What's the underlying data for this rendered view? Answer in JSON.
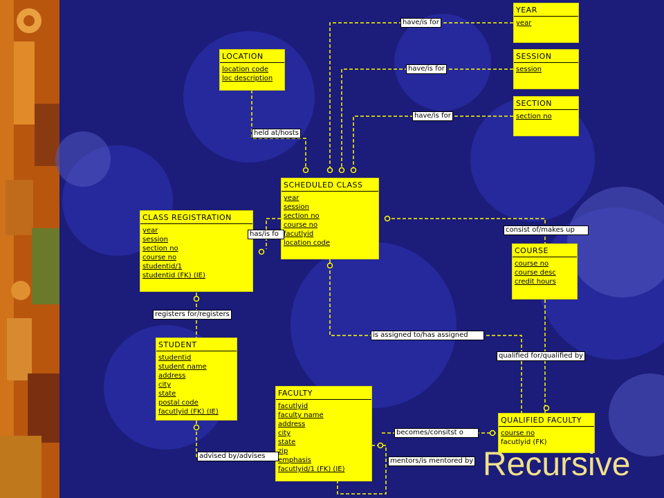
{
  "entities": {
    "year": {
      "title": "YEAR",
      "attributes": [
        {
          "name": "year",
          "key": true
        }
      ]
    },
    "session": {
      "title": "SESSION",
      "attributes": [
        {
          "name": "session",
          "key": true
        }
      ]
    },
    "section": {
      "title": "SECTION",
      "attributes": [
        {
          "name": "section no",
          "key": true
        }
      ]
    },
    "location": {
      "title": "LOCATION",
      "attributes": [
        {
          "name": "location code",
          "key": true
        },
        {
          "name": "loc description",
          "key": true
        }
      ]
    },
    "scheduled_class": {
      "title": "SCHEDULED CLASS",
      "attributes": [
        {
          "name": "year",
          "key": true
        },
        {
          "name": "session",
          "key": true
        },
        {
          "name": "section no",
          "key": true
        },
        {
          "name": "course no",
          "key": true
        },
        {
          "name": "facutlyid",
          "key": true
        },
        {
          "name": "location code",
          "key": true
        }
      ]
    },
    "class_registration": {
      "title": "CLASS REGISTRATION",
      "attributes": [
        {
          "name": "year",
          "key": true
        },
        {
          "name": "session",
          "key": true
        },
        {
          "name": "section no",
          "key": true
        },
        {
          "name": "course no",
          "key": true
        },
        {
          "name": "studentid/1",
          "key": true
        },
        {
          "name": "studentid (FK) (IE)",
          "key": true
        }
      ]
    },
    "course": {
      "title": "COURSE",
      "attributes": [
        {
          "name": "course no",
          "key": true
        },
        {
          "name": "course desc",
          "key": true
        },
        {
          "name": "credit hours",
          "key": true
        }
      ]
    },
    "student": {
      "title": "STUDENT",
      "attributes": [
        {
          "name": "studentid",
          "key": true
        },
        {
          "name": "student name",
          "key": true
        },
        {
          "name": "address",
          "key": true
        },
        {
          "name": "city",
          "key": true
        },
        {
          "name": "state",
          "key": true
        },
        {
          "name": "postal code",
          "key": true
        },
        {
          "name": "facutlyid (FK) (IE)",
          "key": true
        }
      ]
    },
    "faculty": {
      "title": "FACULTY",
      "attributes": [
        {
          "name": "facutlyid",
          "key": true
        },
        {
          "name": "faculty name",
          "key": true
        },
        {
          "name": "address",
          "key": true
        },
        {
          "name": "city",
          "key": true
        },
        {
          "name": "state",
          "key": true
        },
        {
          "name": "zip",
          "key": true
        },
        {
          "name": "emphasis",
          "key": true
        },
        {
          "name": "facutlyid/1 (FK) (IE)",
          "key": true
        }
      ]
    },
    "qualified_faculty": {
      "title": "QUALIFIED FACULTY",
      "attributes": [
        {
          "name": "course no",
          "key": true
        },
        {
          "name": "facutlyid (FK)",
          "key": false
        }
      ]
    }
  },
  "relationships": {
    "year_class": "have/is for",
    "session_class": "have/is for",
    "section_class": "have/is for",
    "location_class": "held at/hosts",
    "class_registration": "has/is fo",
    "course_class": "consist of/makes up",
    "registration_student": "registers for/registers",
    "faculty_class": "is assigned to/has assigned",
    "course_qualified": "qualified for/qualified by",
    "faculty_qualified": "becomes/consitst o",
    "faculty_faculty": "mentors/is mentored by",
    "student_faculty": "advised by/advises"
  },
  "caption": "Recursive",
  "colors": {
    "entity_fill": "#ffff00",
    "line": "#ffff00",
    "background": "#1c1c7a",
    "caption": "#f0e08a"
  }
}
